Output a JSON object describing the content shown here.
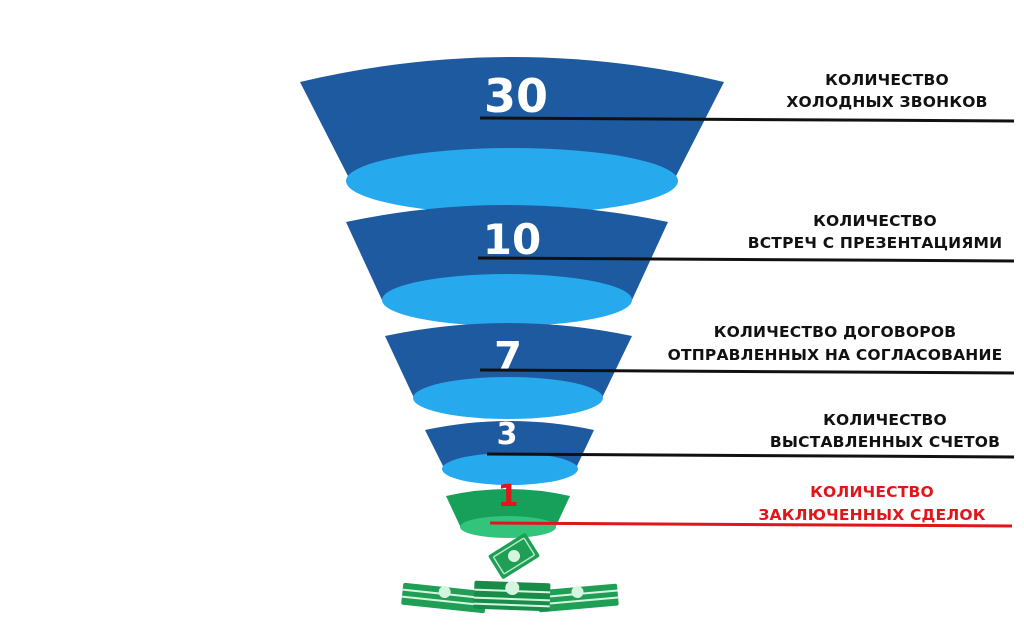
{
  "colors": {
    "funnel_dark": "#1e5aa0",
    "funnel_light": "#27a9ee",
    "deal_dark": "#17a05a",
    "deal_light": "#33c47c",
    "label_text": "#111111",
    "highlight": "#e0161b",
    "money": "#1f9e55"
  },
  "stages": [
    {
      "value": "30",
      "label_line1": "КОЛИЧЕСТВО",
      "label_line2": "ХОЛОДНЫХ ЗВОНКОВ"
    },
    {
      "value": "10",
      "label_line1": "КОЛИЧЕСТВО",
      "label_line2": "ВСТРЕЧ С ПРЕЗЕНТАЦИЯМИ"
    },
    {
      "value": "7",
      "label_line1": "КОЛИЧЕСТВО ДОГОВОРОВ",
      "label_line2": "ОТПРАВЛЕННЫХ НА СОГЛАСОВАНИЕ"
    },
    {
      "value": "3",
      "label_line1": "КОЛИЧЕСТВО",
      "label_line2": "ВЫСТАВЛЕННЫХ СЧЕТОВ"
    },
    {
      "value": "1",
      "label_line1": "КОЛИЧЕСТВО",
      "label_line2": "ЗАКЛЮЧЕННЫХ СДЕЛОК"
    }
  ],
  "icons": [
    "money-stack-icon",
    "falling-banknote-icon"
  ]
}
